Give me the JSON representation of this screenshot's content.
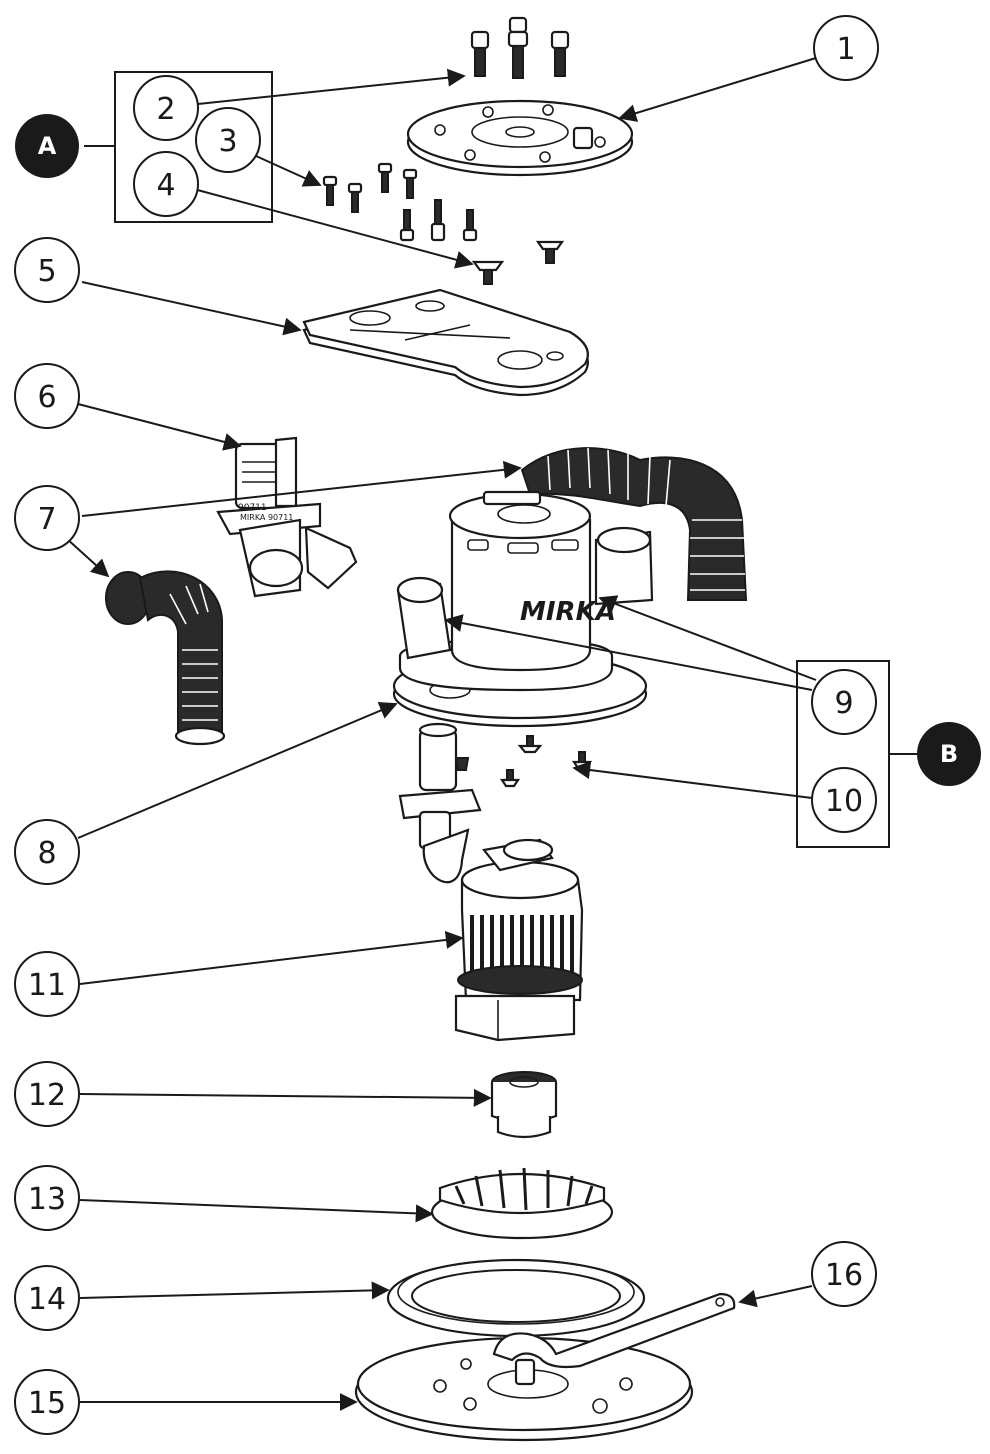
{
  "callouts": [
    "1",
    "2",
    "3",
    "4",
    "5",
    "6",
    "7",
    "8",
    "9",
    "10",
    "11",
    "12",
    "13",
    "14",
    "15",
    "16"
  ],
  "groups": [
    "A",
    "B"
  ],
  "brand": "MIRKA",
  "hose_label": "MIRKA 90711",
  "colors": {
    "line": "#1a1a1a",
    "tag_fill": "#1a1a1a",
    "tag_text": "#ffffff",
    "background": "#ffffff"
  }
}
